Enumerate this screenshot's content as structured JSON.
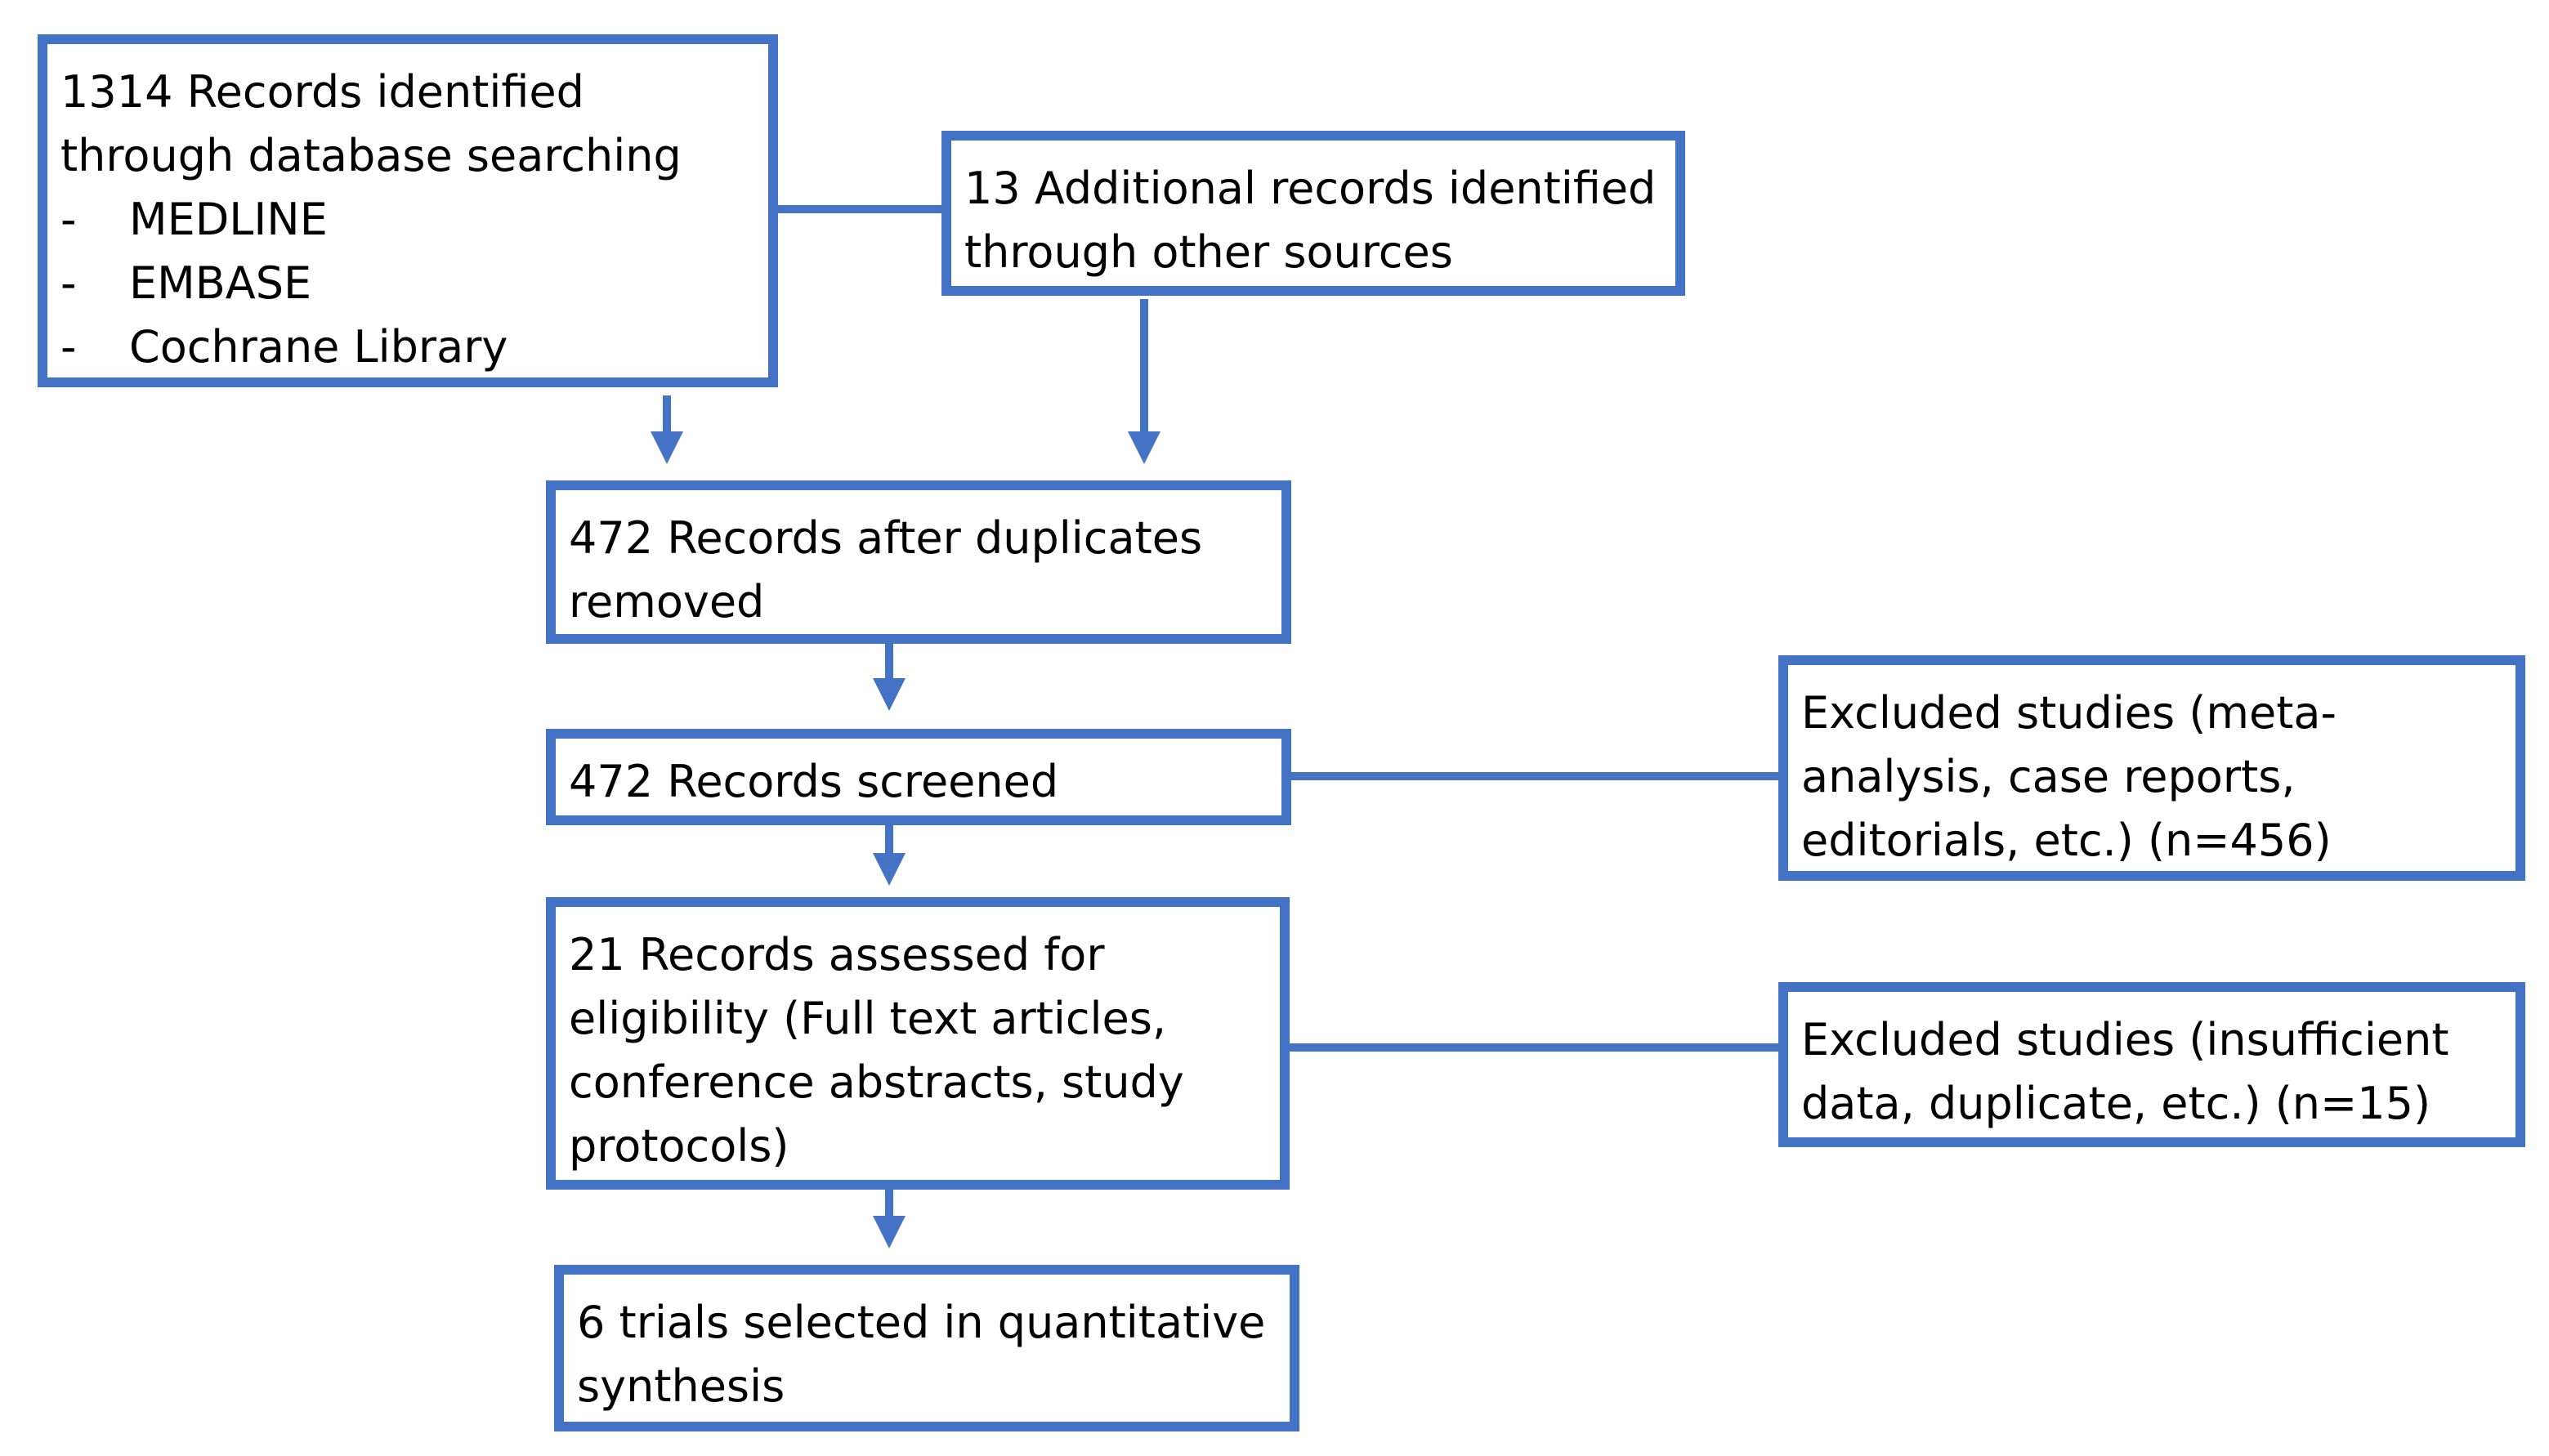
{
  "colors": {
    "stroke": "#4472c4",
    "text": "#000000",
    "background": "#ffffff"
  },
  "boxes": {
    "database_search": {
      "lines": [
        "1314 Records identified",
        "through database searching"
      ],
      "bullets": [
        {
          "dash": "-",
          "text": "MEDLINE"
        },
        {
          "dash": "-",
          "text": "EMBASE"
        },
        {
          "dash": "-",
          "text": "Cochrane Library"
        }
      ]
    },
    "other_sources": {
      "lines": [
        "13 Additional records identified",
        "through other sources"
      ]
    },
    "after_duplicates": {
      "lines": [
        "472 Records after duplicates",
        "removed"
      ]
    },
    "screened": {
      "lines": [
        "472 Records screened"
      ]
    },
    "excluded_screening": {
      "lines": [
        "Excluded studies (meta-",
        "analysis, case reports,",
        "editorials, etc.) (n=456)"
      ]
    },
    "eligibility": {
      "lines": [
        "21 Records assessed for",
        "eligibility (Full text articles,",
        "conference abstracts, study",
        "protocols)"
      ]
    },
    "excluded_eligibility": {
      "lines": [
        "Excluded studies (insufficient",
        "data, duplicate, etc.) (n=15)"
      ]
    },
    "included": {
      "lines": [
        "6 trials selected in quantitative",
        "synthesis"
      ]
    }
  }
}
